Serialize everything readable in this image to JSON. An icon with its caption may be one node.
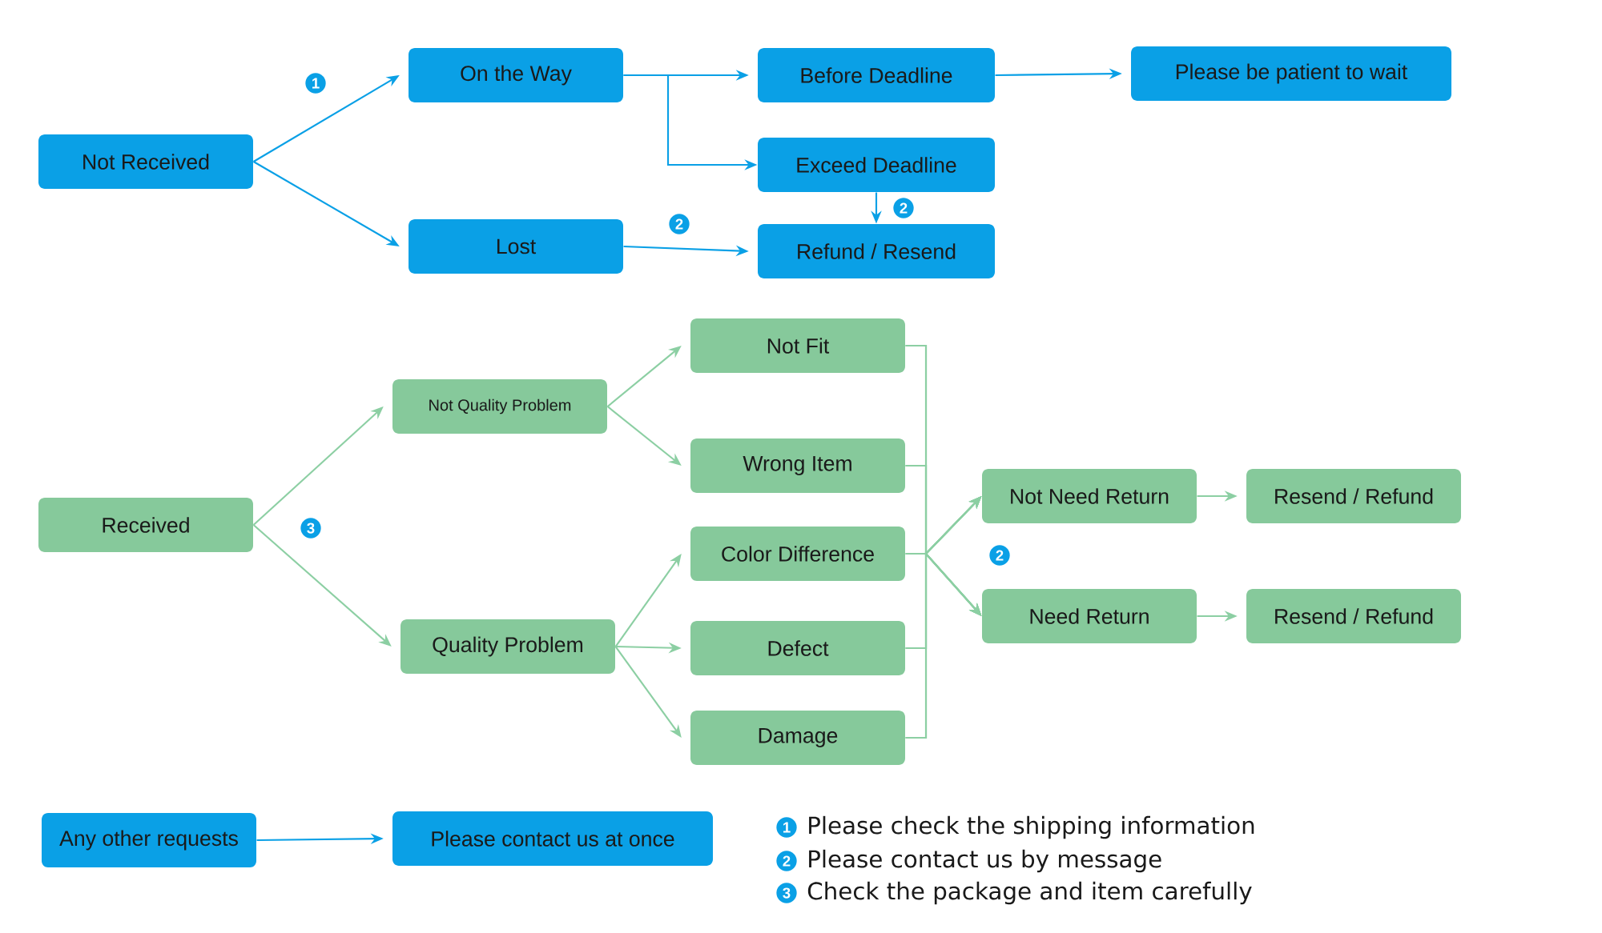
{
  "diagram": {
    "nodes": [
      {
        "text": [
          "Not Received"
        ]
      },
      {
        "text": [
          "On the Way"
        ]
      },
      {
        "text": [
          "Lost"
        ]
      },
      {
        "text": [
          "Before Deadline"
        ]
      },
      {
        "text": [
          "Exceed Deadline"
        ]
      },
      {
        "text": [
          "Refund / Resend"
        ]
      },
      {
        "text": [
          "Please be patient to wait"
        ]
      },
      {
        "text": [
          "Received"
        ]
      },
      {
        "text": [
          "Not Quality Problem"
        ]
      },
      {
        "text": [
          "Quality Problem"
        ]
      },
      {
        "text": [
          "Not Fit"
        ]
      },
      {
        "text": [
          "Wrong Item"
        ]
      },
      {
        "text": [
          "Color Difference"
        ]
      },
      {
        "text": [
          "Defect"
        ]
      },
      {
        "text": [
          "Damage"
        ]
      },
      {
        "text": [
          "Not Need Return"
        ]
      },
      {
        "text": [
          "Need Return"
        ]
      },
      {
        "text": [
          "Resend / Refund"
        ]
      },
      {
        "text": [
          "Resend / Refund"
        ]
      },
      {
        "text": [
          "Any other requests"
        ]
      },
      {
        "text": [
          "Please contact us at once"
        ]
      }
    ],
    "edges": [
      {
        "from": 0,
        "to": 1,
        "arrow": "to",
        "color": "#0aa0e6"
      },
      {
        "from": 0,
        "to": 2,
        "arrow": "to",
        "color": "#0aa0e6"
      },
      {
        "from": 1,
        "to": 3,
        "arrow": "to",
        "color": "#0aa0e6"
      },
      {
        "from": 1,
        "to": 4,
        "arrow": "to",
        "color": "#0aa0e6"
      },
      {
        "from": 3,
        "to": 6,
        "arrow": "to",
        "color": "#0aa0e6"
      },
      {
        "from": 4,
        "to": 5,
        "arrow": "to",
        "color": "#0aa0e6"
      },
      {
        "from": 2,
        "to": 5,
        "arrow": "to",
        "color": "#0aa0e6"
      },
      {
        "from": 7,
        "to": 8,
        "arrow": "to"
      },
      {
        "from": 7,
        "to": 9,
        "arrow": "to"
      },
      {
        "from": 8,
        "to": 10,
        "arrow": "to"
      },
      {
        "from": 8,
        "to": 11,
        "arrow": "to"
      },
      {
        "from": 9,
        "to": 12,
        "arrow": "to"
      },
      {
        "from": 9,
        "to": 13,
        "arrow": "to"
      },
      {
        "from": 9,
        "to": 14,
        "arrow": "to"
      },
      {
        "from": 10,
        "to": 15,
        "arrow": "to"
      },
      {
        "from": 11,
        "to": 15,
        "arrow": "to"
      },
      {
        "from": 12,
        "to": 15,
        "arrow": "to"
      },
      {
        "from": 13,
        "to": 15,
        "arrow": "to"
      },
      {
        "from": 14,
        "to": 15,
        "arrow": "to"
      },
      {
        "from": 10,
        "to": 16,
        "arrow": "to"
      },
      {
        "from": 11,
        "to": 16,
        "arrow": "to"
      },
      {
        "from": 12,
        "to": 16,
        "arrow": "to"
      },
      {
        "from": 13,
        "to": 16,
        "arrow": "to"
      },
      {
        "from": 14,
        "to": 16,
        "arrow": "to"
      },
      {
        "from": 15,
        "to": 17,
        "arrow": "to"
      },
      {
        "from": 16,
        "to": 18,
        "arrow": "to"
      },
      {
        "from": 19,
        "to": 20,
        "arrow": "to",
        "color": "#0aa0e6"
      }
    ],
    "labels": [
      "1",
      "2",
      "2",
      "3",
      "2",
      "1",
      "Please check the shipping information",
      "2",
      "Please contact us by message",
      "3",
      "Check the package and item carefully"
    ]
  }
}
